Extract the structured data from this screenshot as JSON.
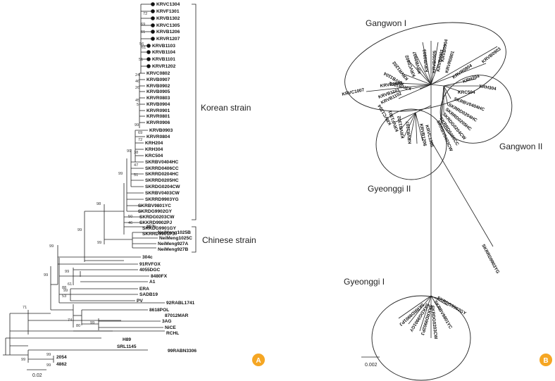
{
  "panelA": {
    "badge": "A",
    "scale": "0.02",
    "group_korean": "Korean strain",
    "group_chinese": "Chinese strain",
    "leaves": [
      "KRVC1304",
      "KRVF1301",
      "KRVB1302",
      "KRVC1305",
      "KRVB1206",
      "KRVR1207",
      "KRVB1103",
      "KRVB1104",
      "KRVB1101",
      "KRVR1202",
      "KRVC0802",
      "KRVB0907",
      "KRVB0902",
      "KRVB0905",
      "KRVR0803",
      "KRVB0904",
      "KRVR0901",
      "KRVR0801",
      "KRVR0906",
      "KRVB0903",
      "KRVR0804",
      "KRH204",
      "KRH304",
      "KRC504",
      "SKRBV0404HC",
      "SKRRD0406CC",
      "SKRRD0204HC",
      "SKRRD0205HC",
      "SKRDG0204CW",
      "SKRBV0403CW",
      "SKRRD9903YG",
      "SKRBV9801YC",
      "SKRDG9902GY",
      "SKRDG0203CW",
      "SKKRD9902PJ",
      "SKKDG9901GY",
      "SKRRD9901PJ",
      "857r",
      "NeiMeng1025B",
      "NeiMeng1025C",
      "NeiMeng927A",
      "NeiMeng927B",
      "304c",
      "91RVFOX",
      "4055DGC",
      "8480FX",
      "A1",
      "ERA",
      "SADB19",
      "PV",
      "92RABL1741",
      "8618POL",
      "87012MAR",
      "3AG",
      "NiCE",
      "RCHL",
      "H89",
      "SRL1145",
      "99RABN3306",
      "2054",
      "4862"
    ],
    "bootstrap": [
      "72",
      "69",
      "61",
      "56",
      "61",
      "51",
      "24",
      "46",
      "26",
      "45",
      "5",
      "99",
      "69",
      "72",
      "38",
      "47",
      "51",
      "99",
      "99",
      "50",
      "46",
      "98",
      "99",
      "99",
      "99",
      "99",
      "61",
      "88",
      "53",
      "99",
      "74",
      "80",
      "99",
      "99",
      "71",
      "99",
      "99",
      "99"
    ]
  },
  "panelB": {
    "badge": "B",
    "scale": "0.002",
    "groups": [
      "Gangwon I",
      "Gangwon II",
      "Gyeonggi II",
      "Gyeonggi I"
    ],
    "gangwon1_labels": [
      "KRVB0903",
      "KRVB0904",
      "KRVB0901",
      "KRVB0905",
      "KRVR0801",
      "KRVR0803",
      "KRVB0907",
      "KRVC0802",
      "KRVR1202",
      "KRVB1104",
      "KRVB1101",
      "KRVB1103",
      "KRVC1007",
      "KRVB1101",
      "KRVB1102",
      "KRVR0804"
    ],
    "gangwon2_labels": [
      "KRH204",
      "KRH304",
      "KRC504",
      "SKRBV0404HC",
      "SKRRD0204HC",
      "SKRRD0205HC",
      "SKRDG0204CW",
      "SKRRD0406CC",
      "SKRBV0403CW"
    ],
    "gyeonggi2_labels": [
      "KRVC1304",
      "KRVF1301",
      "KRVB1302",
      "KRVR1207",
      "KRVB1206",
      "KRVC1305"
    ],
    "gyeonggi1_labels": [
      "SKRDG9902GY",
      "SKRBV9801YC",
      "SKRDG0203CW",
      "SKKRD9902PJ",
      "SKKDG9901GY",
      "SKRRD9901PJ"
    ],
    "long_branch_label": "SKRRD9903YG"
  },
  "colors": {
    "badge": "#f5a623",
    "line": "#222222"
  }
}
